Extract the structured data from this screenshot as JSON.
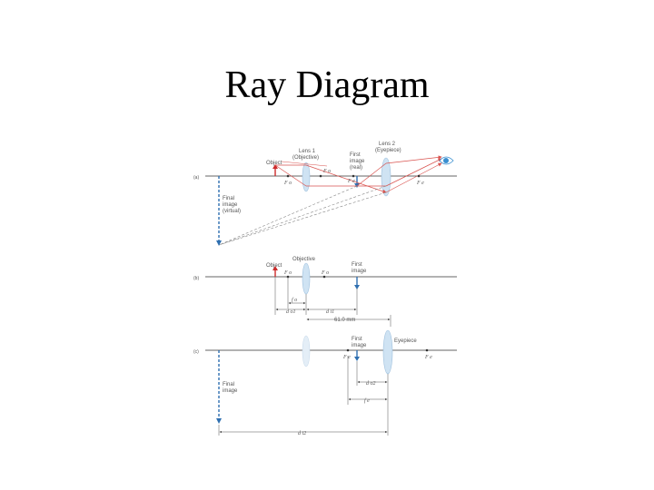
{
  "slide": {
    "title": "Ray Diagram"
  },
  "panels": {
    "a": {
      "tag": "(a)",
      "object": "Object",
      "lens1": [
        "Lens 1",
        "(Objective)"
      ],
      "first_image": [
        "First",
        "image",
        "(real)"
      ],
      "lens2": [
        "Lens 2",
        "(Eyepiece)"
      ],
      "final_image": [
        "Final",
        "image",
        "(virtual)"
      ],
      "f_obj": "F o",
      "f_obj2": "F o",
      "f_eye1": "F e",
      "f_eye2": "F e"
    },
    "b": {
      "tag": "(b)",
      "object": "Object",
      "objective": "Objective",
      "first_image": [
        "First",
        "image"
      ],
      "f_o_left": "F o",
      "f_o_right": "F o",
      "dim_fo": "f o",
      "dim_do1": "d o1",
      "dim_di1": "d i1",
      "dim_total": "61.0 mm"
    },
    "c": {
      "tag": "(c)",
      "first_image": [
        "First",
        "image"
      ],
      "eyepiece": "Eyepiece",
      "f_e_left": "F e",
      "f_e_right": "F e",
      "final_image": [
        "Final",
        "image"
      ],
      "dim_do2": "d o2",
      "dim_fe": "f e",
      "dim_di2": "d i2"
    }
  },
  "colors": {
    "axis": "#333333",
    "ray": "#d9534f",
    "virtual": "#888888",
    "lens": "#cfe3f3",
    "lens_edge": "#9fc1de",
    "arrow_blue": "#2f6fb0",
    "arrow_red": "#cc2b2b",
    "eye": "#3a8fd0"
  }
}
